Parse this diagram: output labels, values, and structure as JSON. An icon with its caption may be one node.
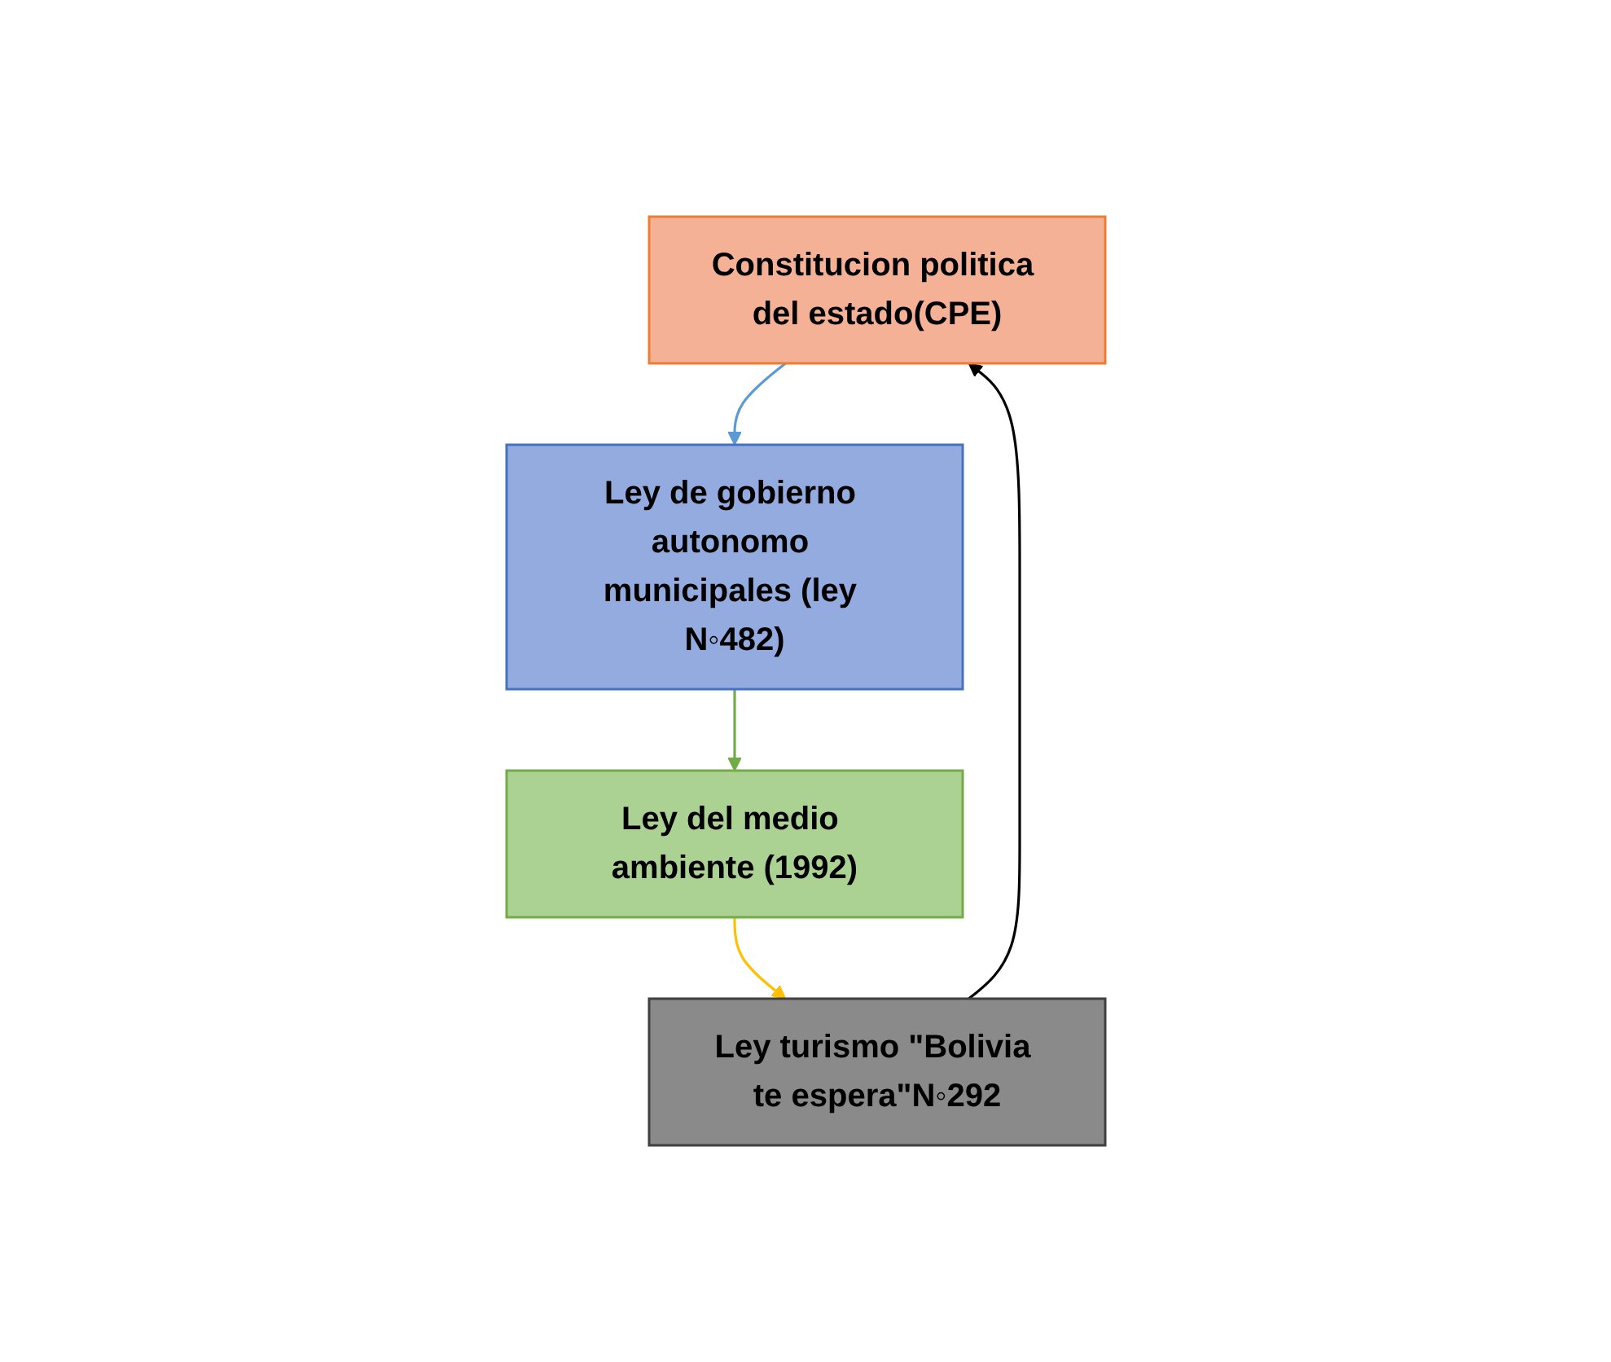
{
  "diagram": {
    "nodes": [
      {
        "text": [
          "Constitucion politica del estado(CPE)"
        ]
      },
      {
        "text": [
          "Ley de gobierno autonomo municipales (ley N◦482)"
        ]
      },
      {
        "text": [
          "Ley del medio ambiente (1992)"
        ]
      },
      {
        "text": [
          "Ley turismo \"Bolivia te espera\"N◦292"
        ]
      }
    ],
    "edges": [
      {
        "from": 0,
        "to": 1,
        "arrow": "to",
        "color": "#5b9bd5"
      },
      {
        "from": 1,
        "to": 2,
        "arrow": "to",
        "color": "#70ad47"
      },
      {
        "from": 2,
        "to": 3,
        "arrow": "to",
        "color": "#ffc000"
      },
      {
        "from": 3,
        "to": 0,
        "arrow": "to",
        "color": "#000000"
      }
    ]
  }
}
